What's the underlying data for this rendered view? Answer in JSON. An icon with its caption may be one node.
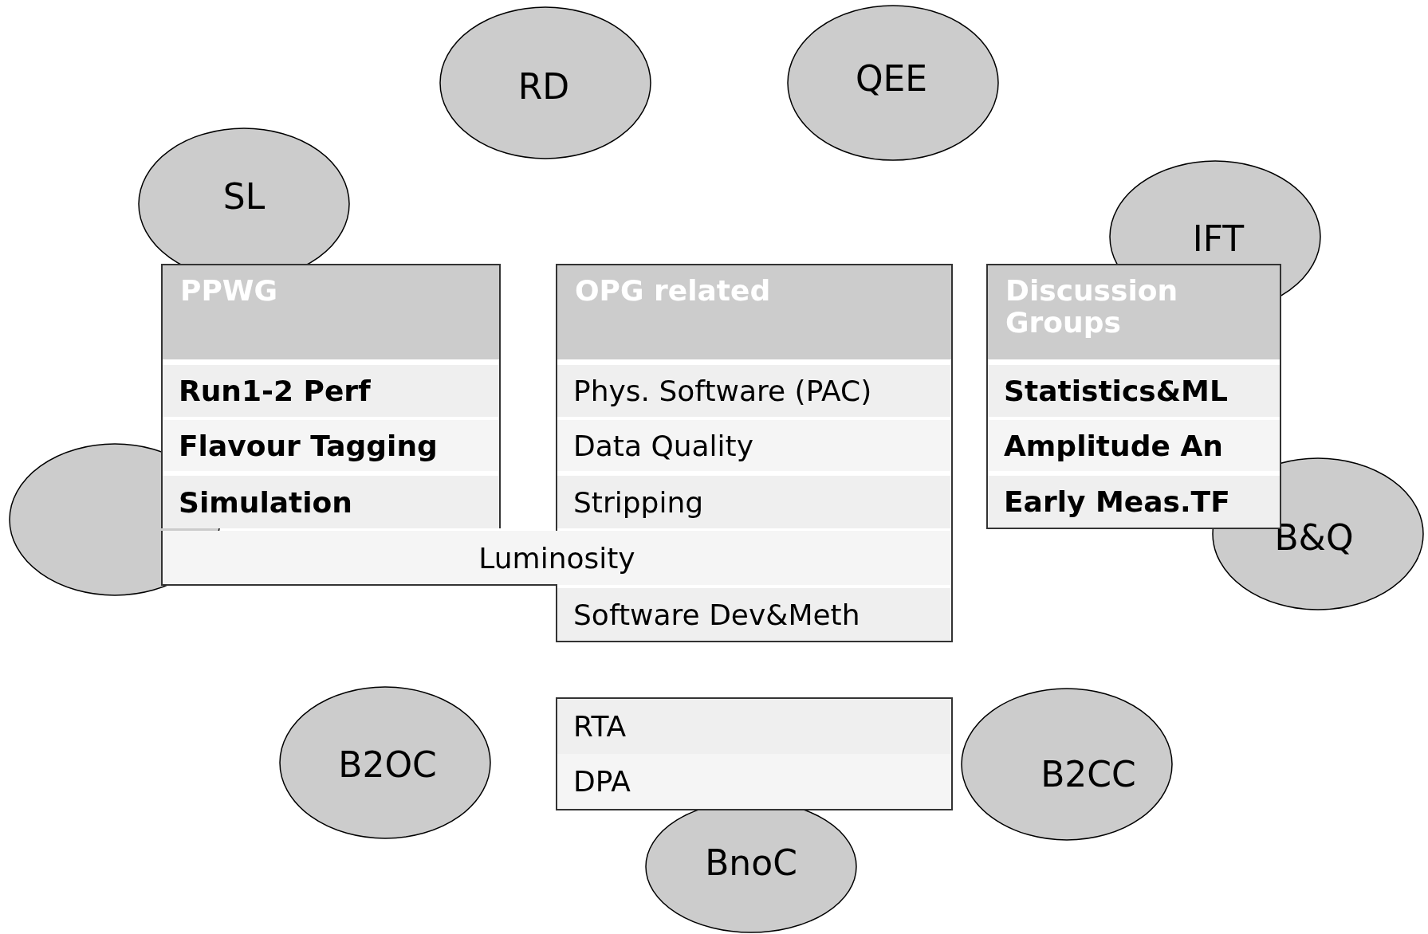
{
  "diagram": {
    "nodes": [
      {
        "text": [
          "RD"
        ]
      },
      {
        "text": [
          "QEE"
        ]
      },
      {
        "text": [
          "SL"
        ]
      },
      {
        "text": [
          "IFT"
        ]
      },
      {
        "text": [
          "PPWG"
        ]
      },
      {
        "text": [
          "Run1-2 Perf"
        ],
        "in": 4
      },
      {
        "text": [
          "Flavour Tagging"
        ],
        "in": 4
      },
      {
        "text": [
          "Simulation"
        ],
        "in": 4
      },
      {
        "text": [
          "OPG related"
        ]
      },
      {
        "text": [
          "Phys. Software (PAC)"
        ],
        "in": 8
      },
      {
        "text": [
          "Data Quality"
        ],
        "in": 8
      },
      {
        "text": [
          "Stripping"
        ],
        "in": 8
      },
      {
        "text": [
          "Software Dev&Meth"
        ],
        "in": 8
      },
      {
        "text": [
          "Discussion Groups"
        ]
      },
      {
        "text": [
          "Statistics&ML"
        ],
        "in": 13
      },
      {
        "text": [
          "Amplitude An"
        ],
        "in": 13
      },
      {
        "text": [
          "Early Meas.TF"
        ],
        "in": 13
      },
      {
        "text": [],
        "shape": "ellipse"
      },
      {
        "text": [
          "B&Q"
        ]
      },
      {
        "text": [
          "Luminosity"
        ]
      },
      {
        "text": [
          "B2OC"
        ]
      },
      {
        "text": [],
        "shape": "box"
      },
      {
        "text": [
          "RTA"
        ],
        "in": 21
      },
      {
        "text": [
          "DPA"
        ],
        "in": 21
      },
      {
        "text": [
          "B2CC"
        ]
      },
      {
        "text": [
          "BnoC"
        ]
      }
    ],
    "edges": []
  }
}
